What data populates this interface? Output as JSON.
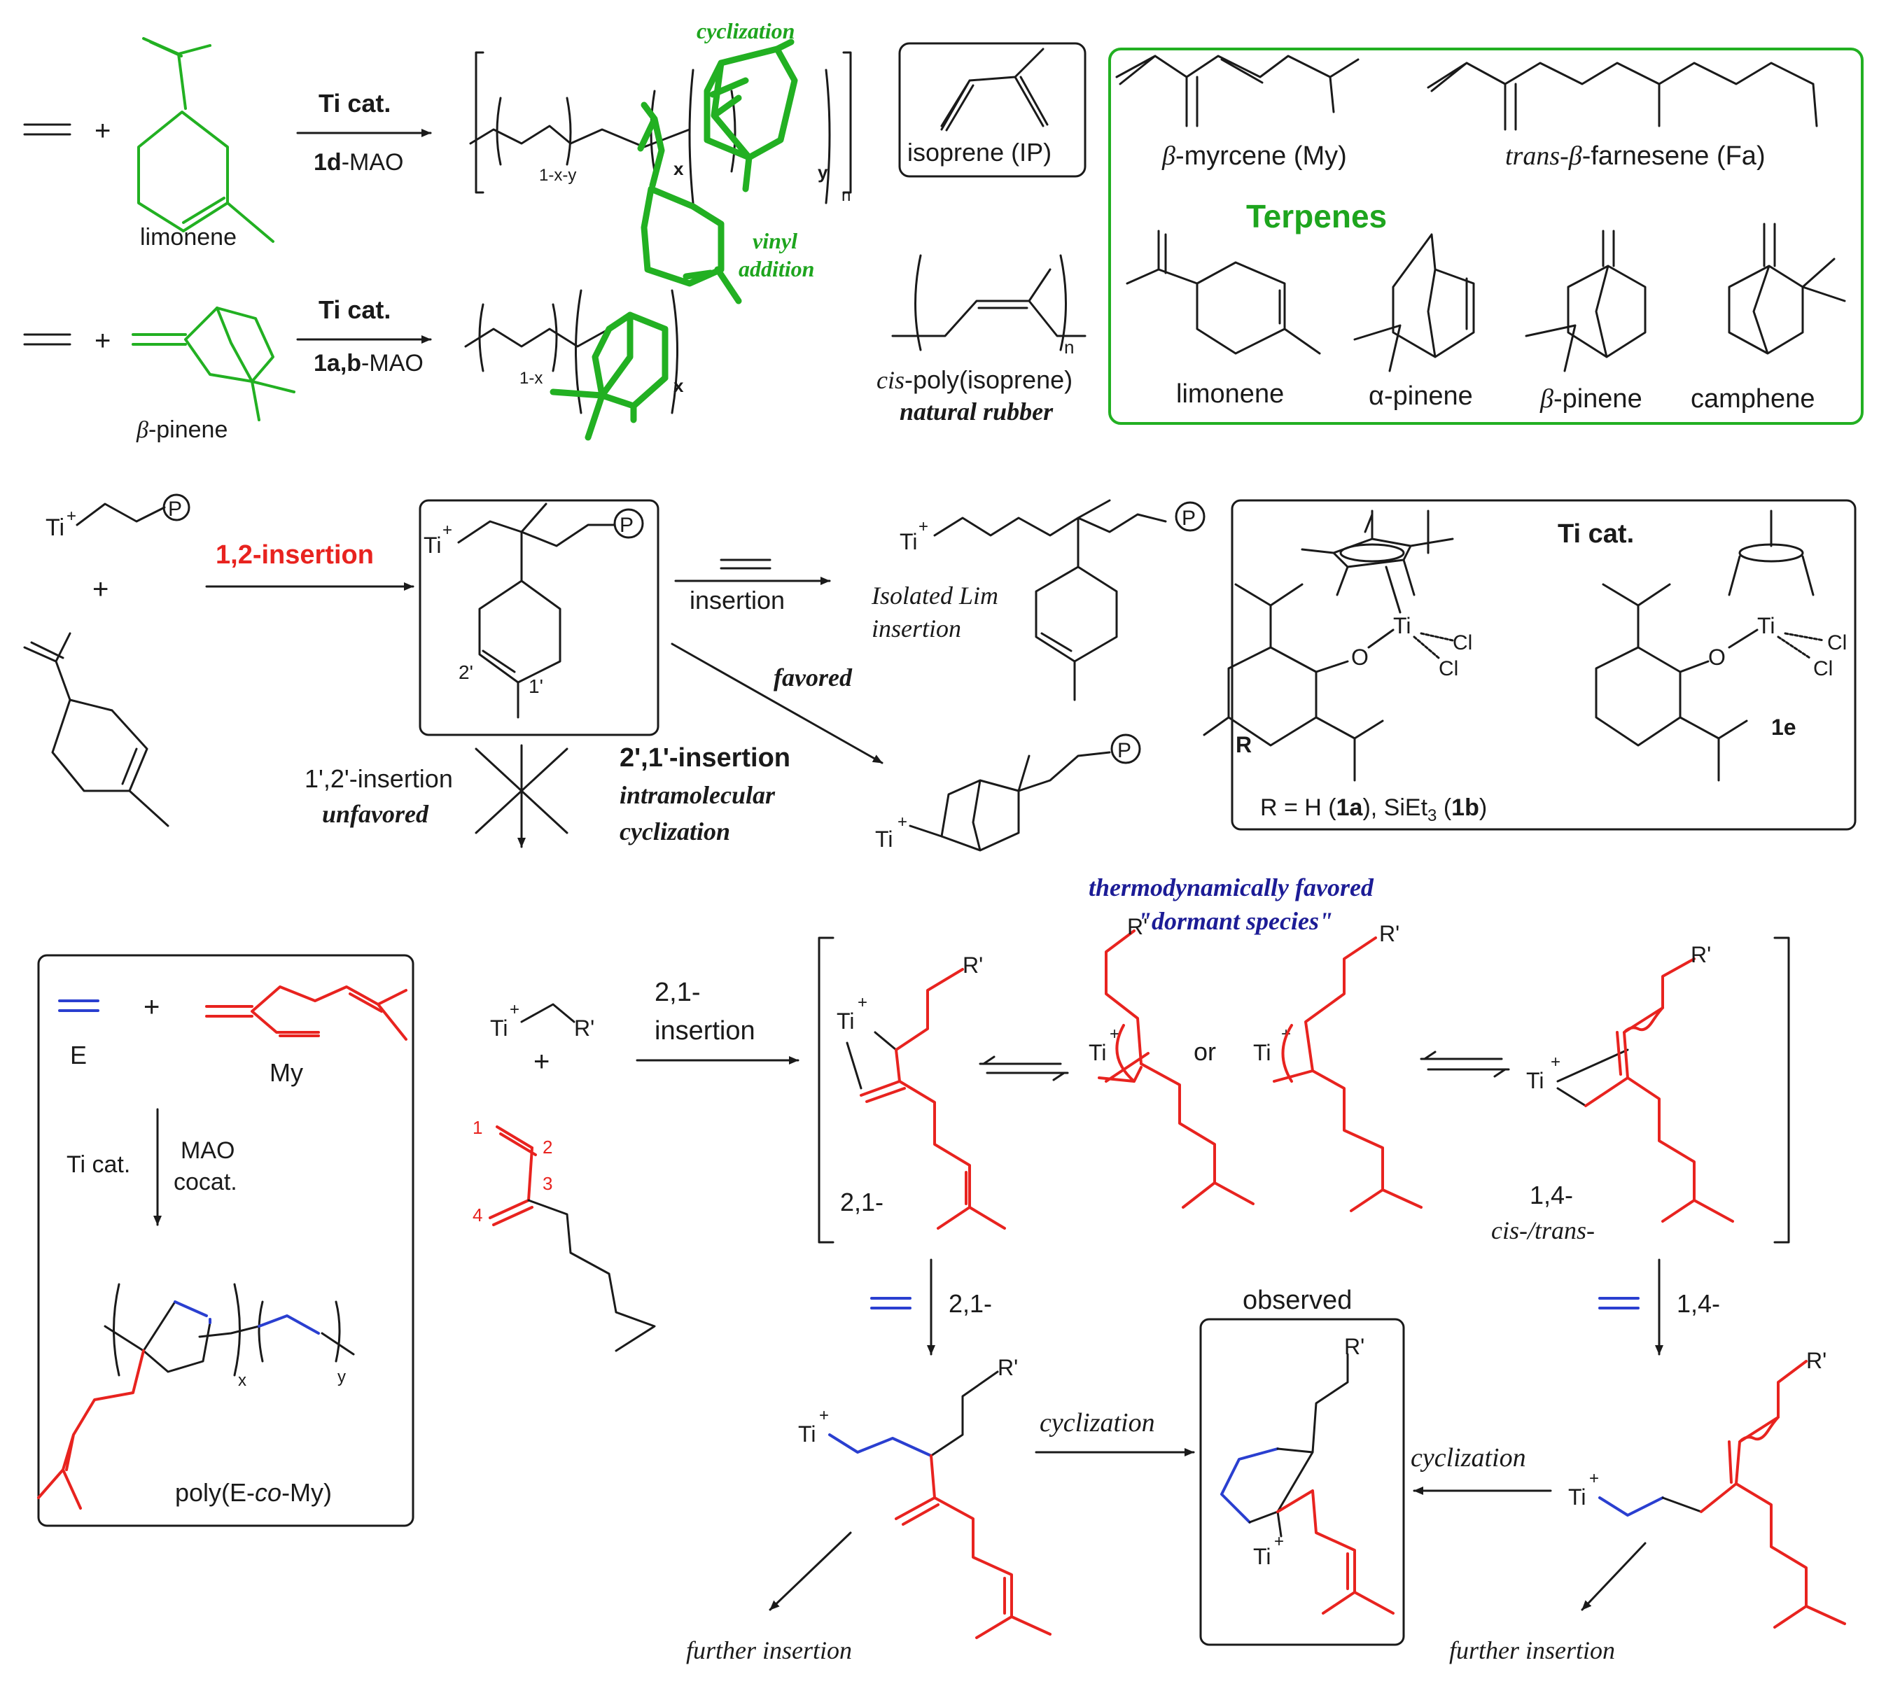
{
  "colors": {
    "green": "#22b022",
    "red": "#e8231f",
    "blue": "#2a3fd0",
    "navy": "#1c1c96",
    "black": "#1a1a1a"
  },
  "top": {
    "plus": "+",
    "limonene": "limonene",
    "beta_pinene_greek": "β",
    "beta_pinene_rest": "-pinene",
    "ti_cat": "Ti cat.",
    "cat1_bold": "1d",
    "cat1_rest": "-MAO",
    "cat2_bold": "1a,b",
    "cat2_rest": "-MAO",
    "cyclization": "cyclization",
    "vinyl": "vinyl",
    "addition": "addition",
    "sub_1xy": "1-x-y",
    "sub_x": "x",
    "sub_y": "y",
    "sub_n": "n",
    "sub_1x": "1-x"
  },
  "isoprene": {
    "label": "isoprene (IP)",
    "cis_italic": "cis",
    "cis_rest": "-poly(isoprene)",
    "natural_rubber": "natural rubber",
    "sub_n": "n"
  },
  "terpenes": {
    "title": "Terpenes",
    "myrcene_greek": "β",
    "myrcene_rest": "-myrcene (My)",
    "farnesene_italic": "trans-β",
    "farnesene_rest": "-farnesene (Fa)",
    "limonene": "limonene",
    "alpha_pinene": "α-pinene",
    "beta_pinene_greek": "β",
    "beta_pinene_rest": "-pinene",
    "camphene": "camphene"
  },
  "middle": {
    "ti": "Ti",
    "plus_charge": "+",
    "p": "P",
    "plus": "+",
    "insertion_12": "1,2-insertion",
    "label_2p": "2'",
    "label_1p": "1'",
    "insertion": "insertion",
    "isolated_1": "Isolated Lim",
    "isolated_2": "insertion",
    "favored": "favored",
    "insertion_21": "2',1'-insertion",
    "intramolecular": "intramolecular",
    "cyclization": "cyclization",
    "insertion_12p": "1',2'-insertion",
    "unfavored": "unfavored"
  },
  "ticat": {
    "title": "Ti cat.",
    "ti": "Ti",
    "o": "O",
    "cl": "Cl",
    "r": "R",
    "e_label": "1e",
    "r_def_1": "R = H (",
    "r_def_1a": "1a",
    "r_def_2": "), SiEt",
    "r_def_sub": "3",
    "r_def_3": " (",
    "r_def_1b": "1b",
    "r_def_4": ")"
  },
  "copoly": {
    "e": "E",
    "my": "My",
    "plus": "+",
    "ti_cat": "Ti cat.",
    "mao": "MAO",
    "cocat": "cocat.",
    "poly_1": "poly(E-",
    "poly_co": "co",
    "poly_2": "-My)",
    "sub_x": "x",
    "sub_y": "y"
  },
  "mechanism": {
    "thermo_1": "thermodynamically favored",
    "thermo_2": "\"dormant species\"",
    "ti": "Ti",
    "plus_charge": "+",
    "rprime": "R'",
    "plus": "+",
    "num_1": "1",
    "num_2": "2",
    "num_3": "3",
    "num_4": "4",
    "insertion_21a": "2,1-",
    "insertion_21b": "insertion",
    "or": "or",
    "label_21": "2,1-",
    "label_14": "1,4-",
    "cis_trans": "cis-/trans-",
    "step_21": "2,1-",
    "step_14": "1,4-",
    "observed": "observed",
    "cyclization": "cyclization",
    "further": "further insertion"
  }
}
